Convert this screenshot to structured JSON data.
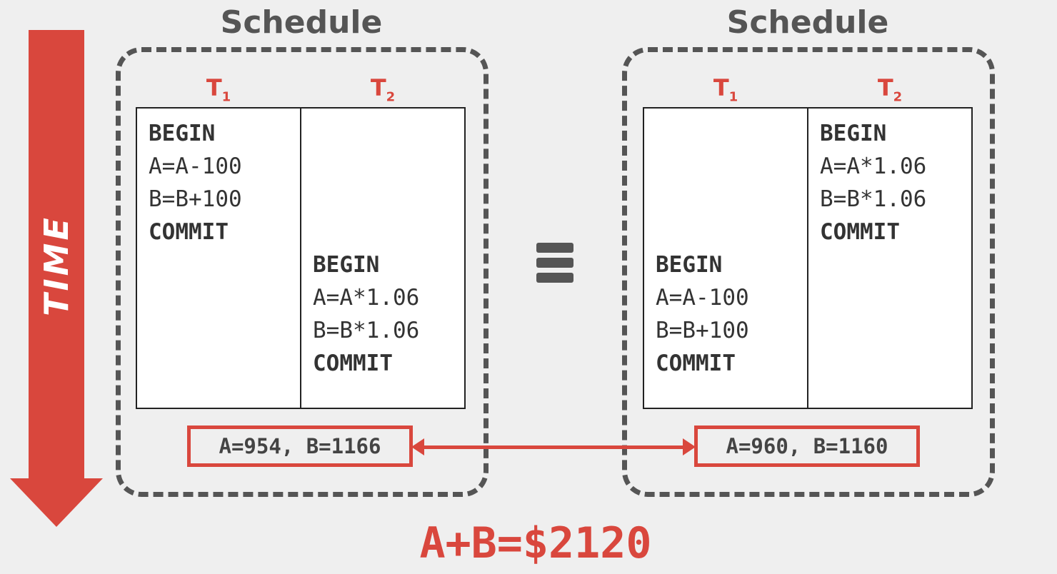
{
  "time_label": "TIME",
  "left_schedule": {
    "title": "Schedule",
    "t1": {
      "letter": "T",
      "sub": "1"
    },
    "t2": {
      "letter": "T",
      "sub": "2"
    },
    "t1_ops": [
      "BEGIN",
      "A=A-100",
      "B=B+100",
      "COMMIT"
    ],
    "t2_ops": [
      "BEGIN",
      "A=A*1.06",
      "B=B*1.06",
      "COMMIT"
    ],
    "result": "A=954, B=1166"
  },
  "right_schedule": {
    "title": "Schedule",
    "t1": {
      "letter": "T",
      "sub": "1"
    },
    "t2": {
      "letter": "T",
      "sub": "2"
    },
    "t1_ops": [
      "BEGIN",
      "A=A-100",
      "B=B+100",
      "COMMIT"
    ],
    "t2_ops": [
      "BEGIN",
      "A=A*1.06",
      "B=B*1.06",
      "COMMIT"
    ],
    "result": "A=960, B=1160"
  },
  "sum": "A+B=$2120",
  "colors": {
    "accent": "#d9473d",
    "dark": "#555555",
    "background": "#efefef"
  }
}
